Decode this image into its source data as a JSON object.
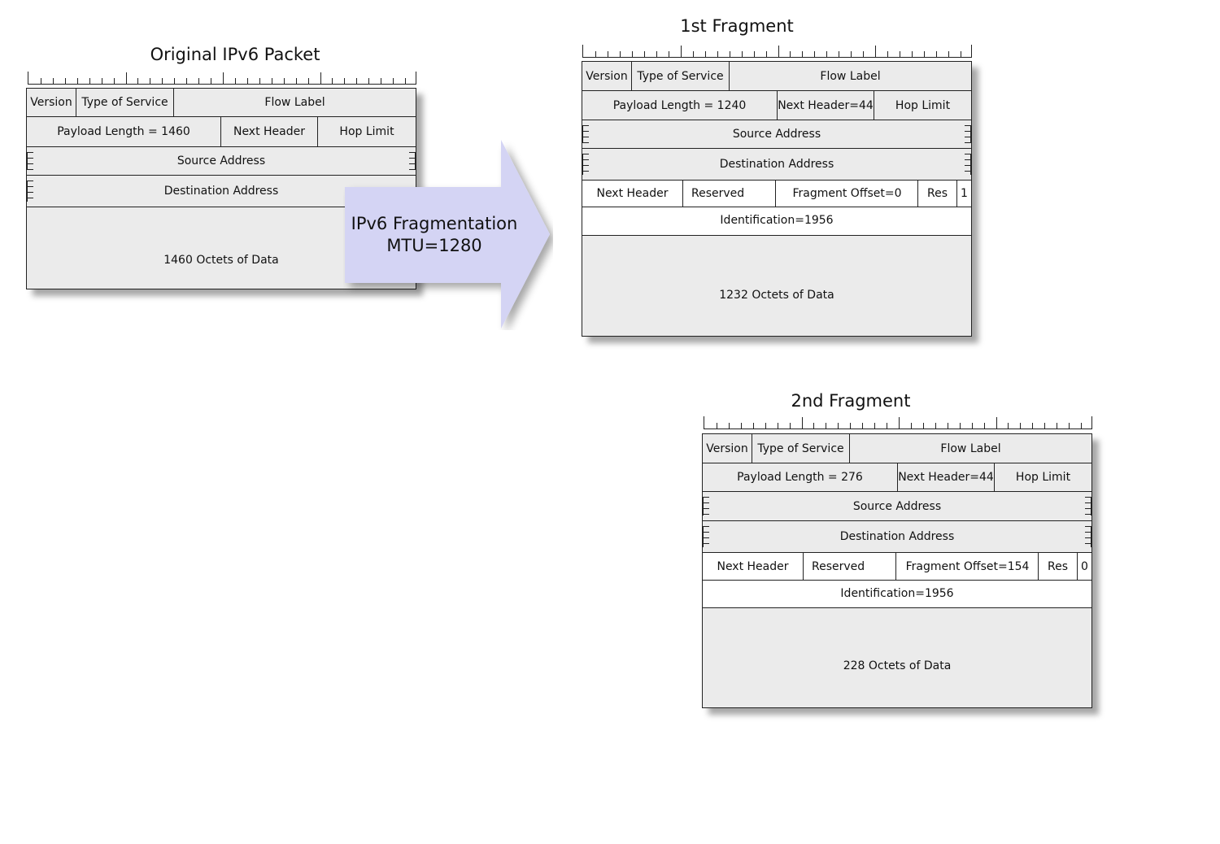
{
  "original": {
    "title": "Original IPv6 Packet",
    "version": "Version",
    "type_of_service": "Type of Service",
    "flow_label": "Flow Label",
    "payload_length": "Payload Length = 1460",
    "next_header": "Next Header",
    "hop_limit": "Hop Limit",
    "source_address": "Source Address",
    "destination_address": "Destination Address",
    "data": "1460 Octets of Data"
  },
  "arrow": {
    "line1": "IPv6 Fragmentation",
    "line2": "MTU=1280",
    "color": "#d4d4f4"
  },
  "frag1": {
    "title": "1st Fragment",
    "version": "Version",
    "type_of_service": "Type of Service",
    "flow_label": "Flow Label",
    "payload_length": "Payload Length = 1240",
    "next_header": "Next Header=44",
    "hop_limit": "Hop Limit",
    "source_address": "Source Address",
    "destination_address": "Destination Address",
    "ext_next_header": "Next Header",
    "reserved": "Reserved",
    "fragment_offset": "Fragment Offset=0",
    "res": "Res",
    "m_flag": "1",
    "identification": "Identification=1956",
    "data": "1232 Octets of Data"
  },
  "frag2": {
    "title": "2nd Fragment",
    "version": "Version",
    "type_of_service": "Type of Service",
    "flow_label": "Flow Label",
    "payload_length": "Payload Length = 276",
    "next_header": "Next Header=44",
    "hop_limit": "Hop Limit",
    "source_address": "Source Address",
    "destination_address": "Destination Address",
    "ext_next_header": "Next Header",
    "reserved": "Reserved",
    "fragment_offset": "Fragment Offset=154",
    "res": "Res",
    "m_flag": "0",
    "identification": "Identification=1956",
    "data": "228 Octets of Data"
  }
}
